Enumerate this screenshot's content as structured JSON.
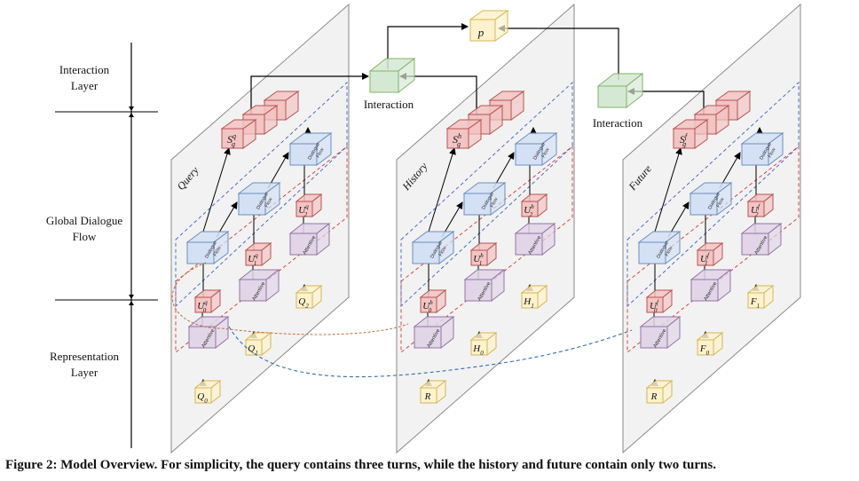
{
  "layers": {
    "interaction": "Interaction\nLayer",
    "global_flow": "Global Dialogue\nFlow",
    "representation": "Representation\nLayer"
  },
  "output_label": "p",
  "interaction_label": "Interaction",
  "block_labels": {
    "dialogue_flow": [
      "Dialogue",
      "Flow"
    ],
    "attentive": "Attentive"
  },
  "panels": {
    "query": {
      "title": "Query",
      "sg": "S",
      "sg_sup": "q",
      "sg_sub": "g",
      "u0_sup": "q",
      "u1_sup": "q",
      "u2_sup": "q",
      "inputs": [
        "Q",
        "Q",
        "Q"
      ],
      "input_subs": [
        "0",
        "1",
        "2"
      ]
    },
    "history": {
      "title": "History",
      "sg": "S",
      "sg_sup": "h",
      "sg_sub": "g",
      "u0_sup": "h",
      "u1_sup": "h",
      "u2_sup": "h",
      "inputs": [
        "R",
        "H",
        "H"
      ],
      "input_subs": [
        "",
        "0",
        "1"
      ]
    },
    "future": {
      "title": "Future",
      "sg": "S",
      "sg_sup": "f",
      "sg_sub": "g",
      "u0_sup": "f",
      "u1_sup": "f",
      "u2_sup": "f",
      "inputs": [
        "R",
        "F",
        "F"
      ],
      "input_subs": [
        "",
        "0",
        "1"
      ]
    }
  },
  "unit_symbol": "U",
  "unit_subs": [
    "0",
    "1",
    "2"
  ],
  "caption": {
    "label": "Figure 2:",
    "text": "Model Overview. For simplicity, the query contains three turns, while the history and future contain only two turns."
  },
  "colors": {
    "red_fill": "#f2c4c4",
    "red_stroke": "#b85450",
    "blue_fill": "#d4e1f5",
    "blue_stroke": "#6c8ebf",
    "purple_fill": "#e1d5e7",
    "purple_stroke": "#9673a6",
    "yellow_fill": "#fff2cc",
    "yellow_stroke": "#d6b656",
    "green_fill": "#d5e8d4",
    "green_stroke": "#82b366",
    "orange_link": "#c0703a",
    "blue_link": "#2f6fb0"
  }
}
